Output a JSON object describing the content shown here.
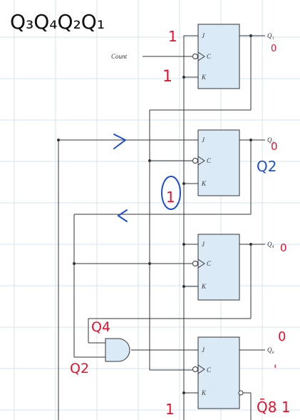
{
  "handwritten_title": "Q₃Q₄Q₂Q₁",
  "count_label": "Count",
  "pins": {
    "j": "J",
    "c": "C",
    "k": "K"
  },
  "outputs": {
    "q1": "Q₁",
    "q2": "Q₂",
    "q4": "Q₄",
    "q8": "Q₈"
  },
  "annotations": {
    "ff1_j": "1",
    "ff1_k": "1",
    "ff1_out": "0",
    "ff2_out": "0",
    "ff2_q2": "Q2",
    "ff2_k": "1",
    "ff3_out": "0",
    "ff4_out": "0",
    "ff4_tick": "'",
    "ff4_qbar": "Q̄8 1",
    "and_in_top": "Q4",
    "and_in_bottom": "Q2",
    "ff4_k": "1"
  },
  "colors": {
    "paper": "#ffffff",
    "grid": "#d6e4f2",
    "wire": "#333333",
    "flipflop_fill": "#dbeaf7",
    "ink_red": "#e8112d",
    "ink_blue": "#1e4fd1",
    "ink_black": "#111111"
  }
}
